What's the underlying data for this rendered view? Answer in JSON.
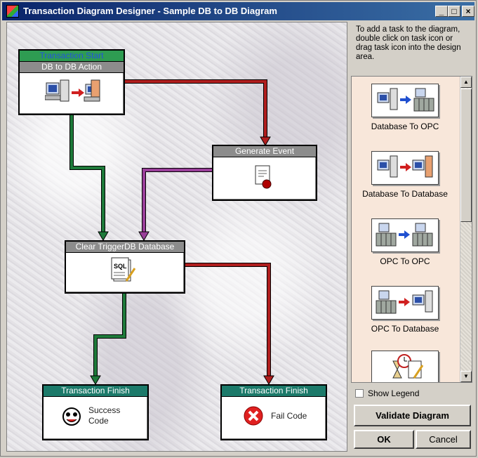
{
  "window": {
    "title": "Transaction Diagram Designer - Sample DB to DB Diagram",
    "min": "_",
    "max": "□",
    "close": "×"
  },
  "canvas": {
    "nodes": [
      {
        "id": "start",
        "header1": "Transaction Start",
        "header2": "DB to DB Action"
      },
      {
        "id": "event",
        "header": "Generate Event"
      },
      {
        "id": "clear",
        "header": "Clear TriggerDB Database",
        "sql": "SQL"
      },
      {
        "id": "success",
        "header": "Transaction Finish",
        "label1": "Success",
        "label2": "Code"
      },
      {
        "id": "fail",
        "header": "Transaction Finish",
        "label": "Fail Code"
      }
    ],
    "colors": {
      "success": "#1e7a3a",
      "fail": "#b01e1e",
      "event": "#9a3f9a"
    }
  },
  "sidebar": {
    "hint": "To add a task to the diagram, double click on task icon or drag task icon into the design area.",
    "palette": [
      {
        "label": "Database To OPC",
        "icon": "database-to-opc-icon"
      },
      {
        "label": "Database To Database",
        "icon": "database-to-database-icon"
      },
      {
        "label": "OPC To OPC",
        "icon": "opc-to-opc-icon"
      },
      {
        "label": "OPC To Database",
        "icon": "opc-to-database-icon"
      },
      {
        "label": "",
        "icon": "scheduled-task-icon"
      }
    ],
    "show_legend": "Show Legend",
    "validate": "Validate Diagram",
    "ok": "OK",
    "cancel": "Cancel"
  }
}
